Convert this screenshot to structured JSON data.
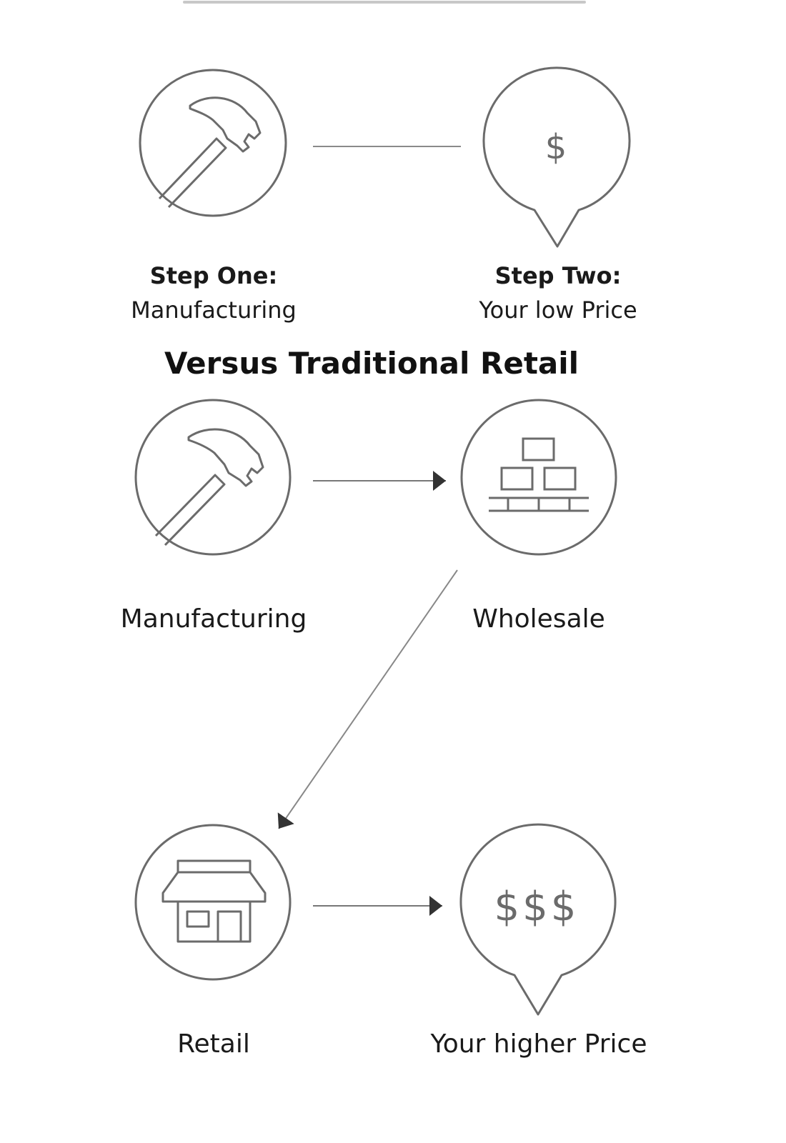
{
  "top_bar": {
    "color": "#c8c8c8"
  },
  "colors": {
    "stroke": "#6b6b6b",
    "arrow": "#333333",
    "text": "#1a1a1a"
  },
  "direct": {
    "step_one": {
      "title": "Step One:",
      "subtitle": "Manufacturing",
      "icon": "hammer-icon"
    },
    "step_two": {
      "title": "Step Two:",
      "subtitle": "Your low Price",
      "icon": "dollar-bubble-icon",
      "symbol": "$"
    }
  },
  "section_heading": "Versus Traditional Retail",
  "traditional": {
    "manufacturing": {
      "label": "Manufacturing",
      "icon": "hammer-icon"
    },
    "wholesale": {
      "label": "Wholesale",
      "icon": "pallet-boxes-icon"
    },
    "retail": {
      "label": "Retail",
      "icon": "storefront-icon"
    },
    "price": {
      "label": "Your higher Price",
      "icon": "dollar-bubble-icon",
      "symbol": "$$$"
    }
  }
}
